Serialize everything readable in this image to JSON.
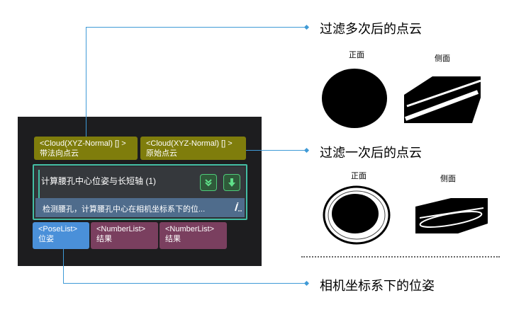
{
  "node": {
    "inputs": [
      {
        "type": "<Cloud(XYZ-Normal) [] >",
        "name": "带法向点云"
      },
      {
        "type": "<Cloud(XYZ-Normal) [] >",
        "name": "原始点云"
      }
    ],
    "title": "计算腰孔中心位姿与长短轴 (1)",
    "description": "检测腰孔，计算腰孔中心在相机坐标系下的位...",
    "outputs": [
      {
        "type": "<PoseList>",
        "name": "位姿"
      },
      {
        "type": "<NumberList>",
        "name": "结果"
      },
      {
        "type": "<NumberList>",
        "name": "结果"
      }
    ]
  },
  "annotations": {
    "filtered_multi": "过滤多次后的点云",
    "filtered_once": "过滤一次后的点云",
    "camera_pose": "相机坐标系下的位姿"
  },
  "views": {
    "front": "正面",
    "side": "侧面"
  },
  "colors": {
    "connector": "#3f9ad6",
    "node_border": "#43bda4",
    "input_port": "#7f7d0c",
    "pose_port": "#4a90d9",
    "number_port": "#7a3f5f"
  }
}
